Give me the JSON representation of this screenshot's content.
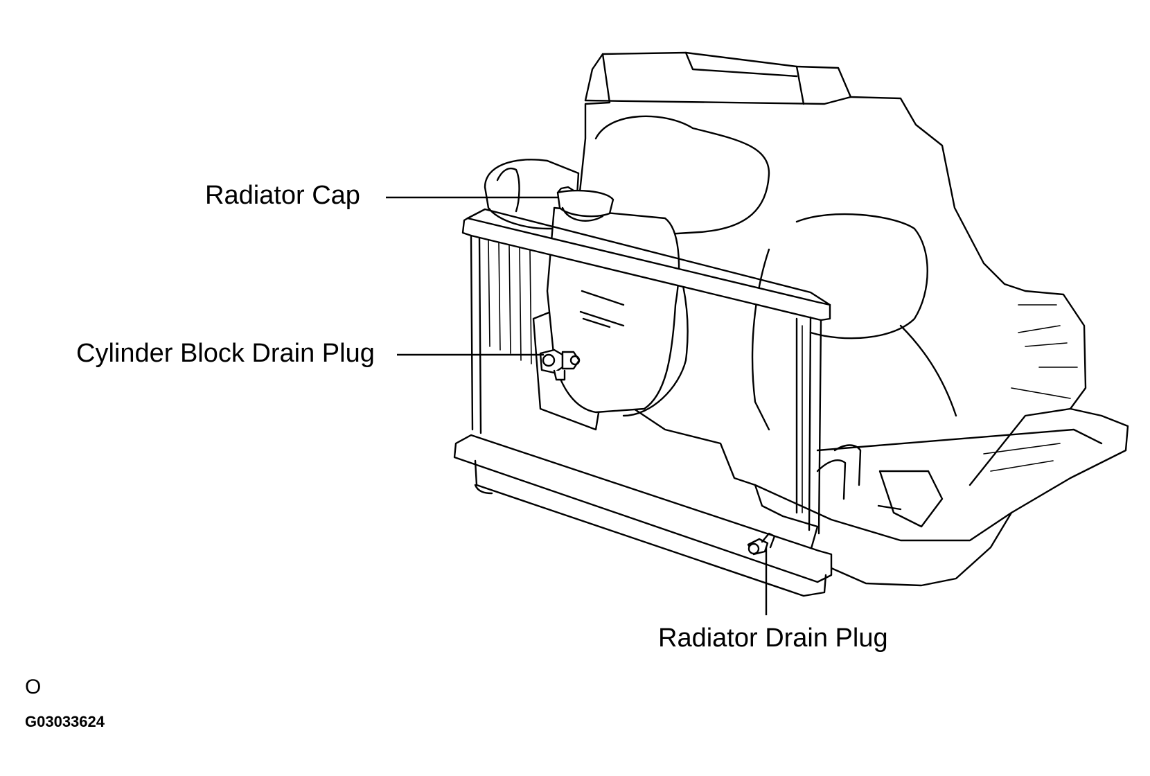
{
  "callouts": {
    "radiator_cap": "Radiator Cap",
    "cylinder_block_drain_plug": "Cylinder Block Drain Plug",
    "radiator_drain_plug": "Radiator Drain Plug"
  },
  "view_mark": "O",
  "figure_id": "G03033624",
  "line_color": "#000000",
  "background_color": "#ffffff"
}
